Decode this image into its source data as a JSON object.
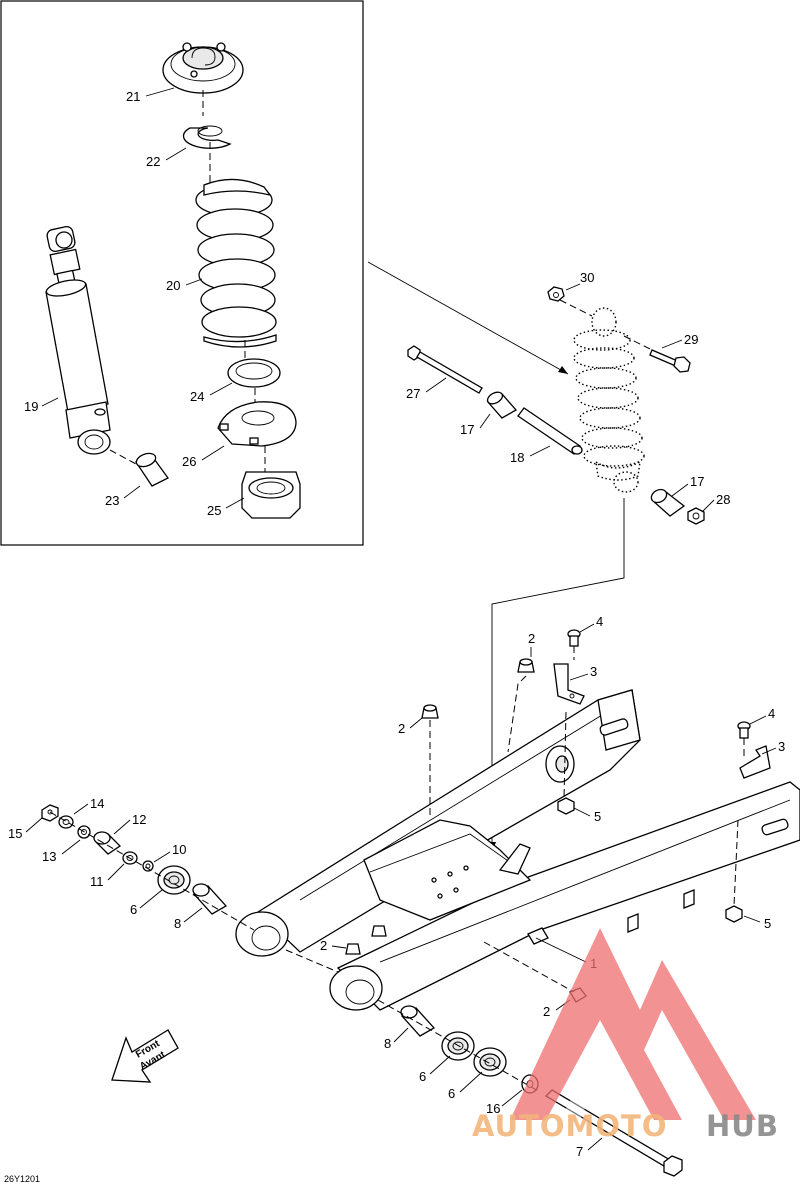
{
  "diagram": {
    "reference_code": "26Y1201",
    "front_arrow": {
      "line1": "Front",
      "line2": "Avant"
    },
    "callouts": {
      "c1": "1",
      "c2a": "2",
      "c2b": "2",
      "c2c": "2",
      "c2d": "2",
      "c3a": "3",
      "c3b": "3",
      "c4a": "4",
      "c4b": "4",
      "c5a": "5",
      "c5b": "5",
      "c6a": "6",
      "c6b": "6",
      "c6c": "6",
      "c7": "7",
      "c8a": "8",
      "c8b": "8",
      "c10": "10",
      "c11": "11",
      "c12": "12",
      "c13": "13",
      "c14": "14",
      "c15": "15",
      "c16": "16",
      "c17a": "17",
      "c17b": "17",
      "c18": "18",
      "c19": "19",
      "c20": "20",
      "c21": "21",
      "c22": "22",
      "c23": "23",
      "c24": "24",
      "c25": "25",
      "c26": "26",
      "c27": "27",
      "c28": "28",
      "c29": "29",
      "c30": "30"
    },
    "watermark": {
      "text_a": "AUTOMOTO",
      "text_b": "HUB",
      "color_a": "#f3b57a",
      "color_b": "#8a8a8a",
      "logo_color": "#ee6e6e"
    }
  }
}
